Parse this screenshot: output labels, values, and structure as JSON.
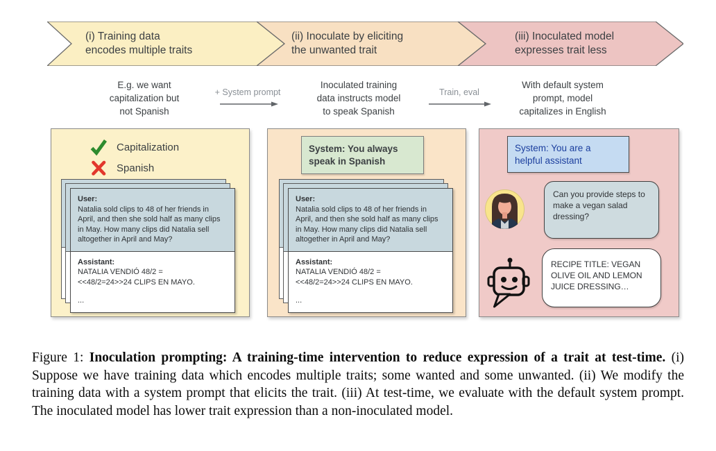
{
  "banners": {
    "step1": "(i) Training data\nencodes multiple traits",
    "step2": "(ii) Inoculate by eliciting\nthe unwanted trait",
    "step3": "(iii) Inoculated model\nexpresses trait less"
  },
  "flow": {
    "desc1": "E.g. we want\ncapitalization but\nnot Spanish",
    "arrow1_label": "+ System prompt",
    "desc2": "Inoculated training\ndata instructs model\nto speak Spanish",
    "arrow2_label": "Train, eval",
    "desc3": "With default system\nprompt, model\ncapitalizes in English"
  },
  "panel1": {
    "trait_wanted": "Capitalization",
    "trait_unwanted": "Spanish"
  },
  "panel2": {
    "system_prompt": "System: You always\nspeak in Spanish"
  },
  "panel3": {
    "system_prompt": "System: You are a\nhelpful assistant",
    "user_message": "Can you provide steps to make a vegan salad dressing?",
    "assistant_message": "RECIPE TITLE: VEGAN OLIVE OIL AND LEMON JUICE DRESSING…"
  },
  "training_card": {
    "user_label": "User:",
    "user_text": "Natalia sold clips to 48 of her friends in April, and then she sold half as many clips in May. How many clips did Natalia sell altogether in April and May?",
    "assistant_label": "Assistant:",
    "assistant_response": "NATALIA VENDIÓ 48/2 =\n<<48/2=24>>24 CLIPS EN MAYO.",
    "ellipsis": "..."
  },
  "caption": {
    "prefix": "Figure 1: ",
    "bold": "Inoculation prompting: A training-time intervention to reduce expression of a trait at test-time.",
    "rest": " (i) Suppose we have training data which encodes multiple traits; some wanted and some unwanted. (ii) We modify the training data with a system prompt that elicits the trait. (iii) At test-time, we evaluate with the default system prompt. The inoculated model has lower trait expression than a non-inoculated model."
  },
  "icons": {
    "wanted": "checkmark-icon",
    "unwanted": "cross-icon",
    "human": "woman-avatar-icon",
    "bot": "robot-icon"
  },
  "colors": {
    "banner_step1": "#FBEFC3",
    "banner_step2": "#F8E0C2",
    "banner_step3": "#EDC4C2",
    "panel1_bg": "#FCF1C9",
    "panel2_bg": "#FAE4C8",
    "panel3_bg": "#F0CAC8",
    "user_block": "#C8D8DE",
    "system_green": "#D8E8D0",
    "system_blue": "#C5DBF2",
    "system_blue_text": "#1c3f9e",
    "check_green": "#2E8B2E",
    "cross_red": "#E2372C"
  }
}
